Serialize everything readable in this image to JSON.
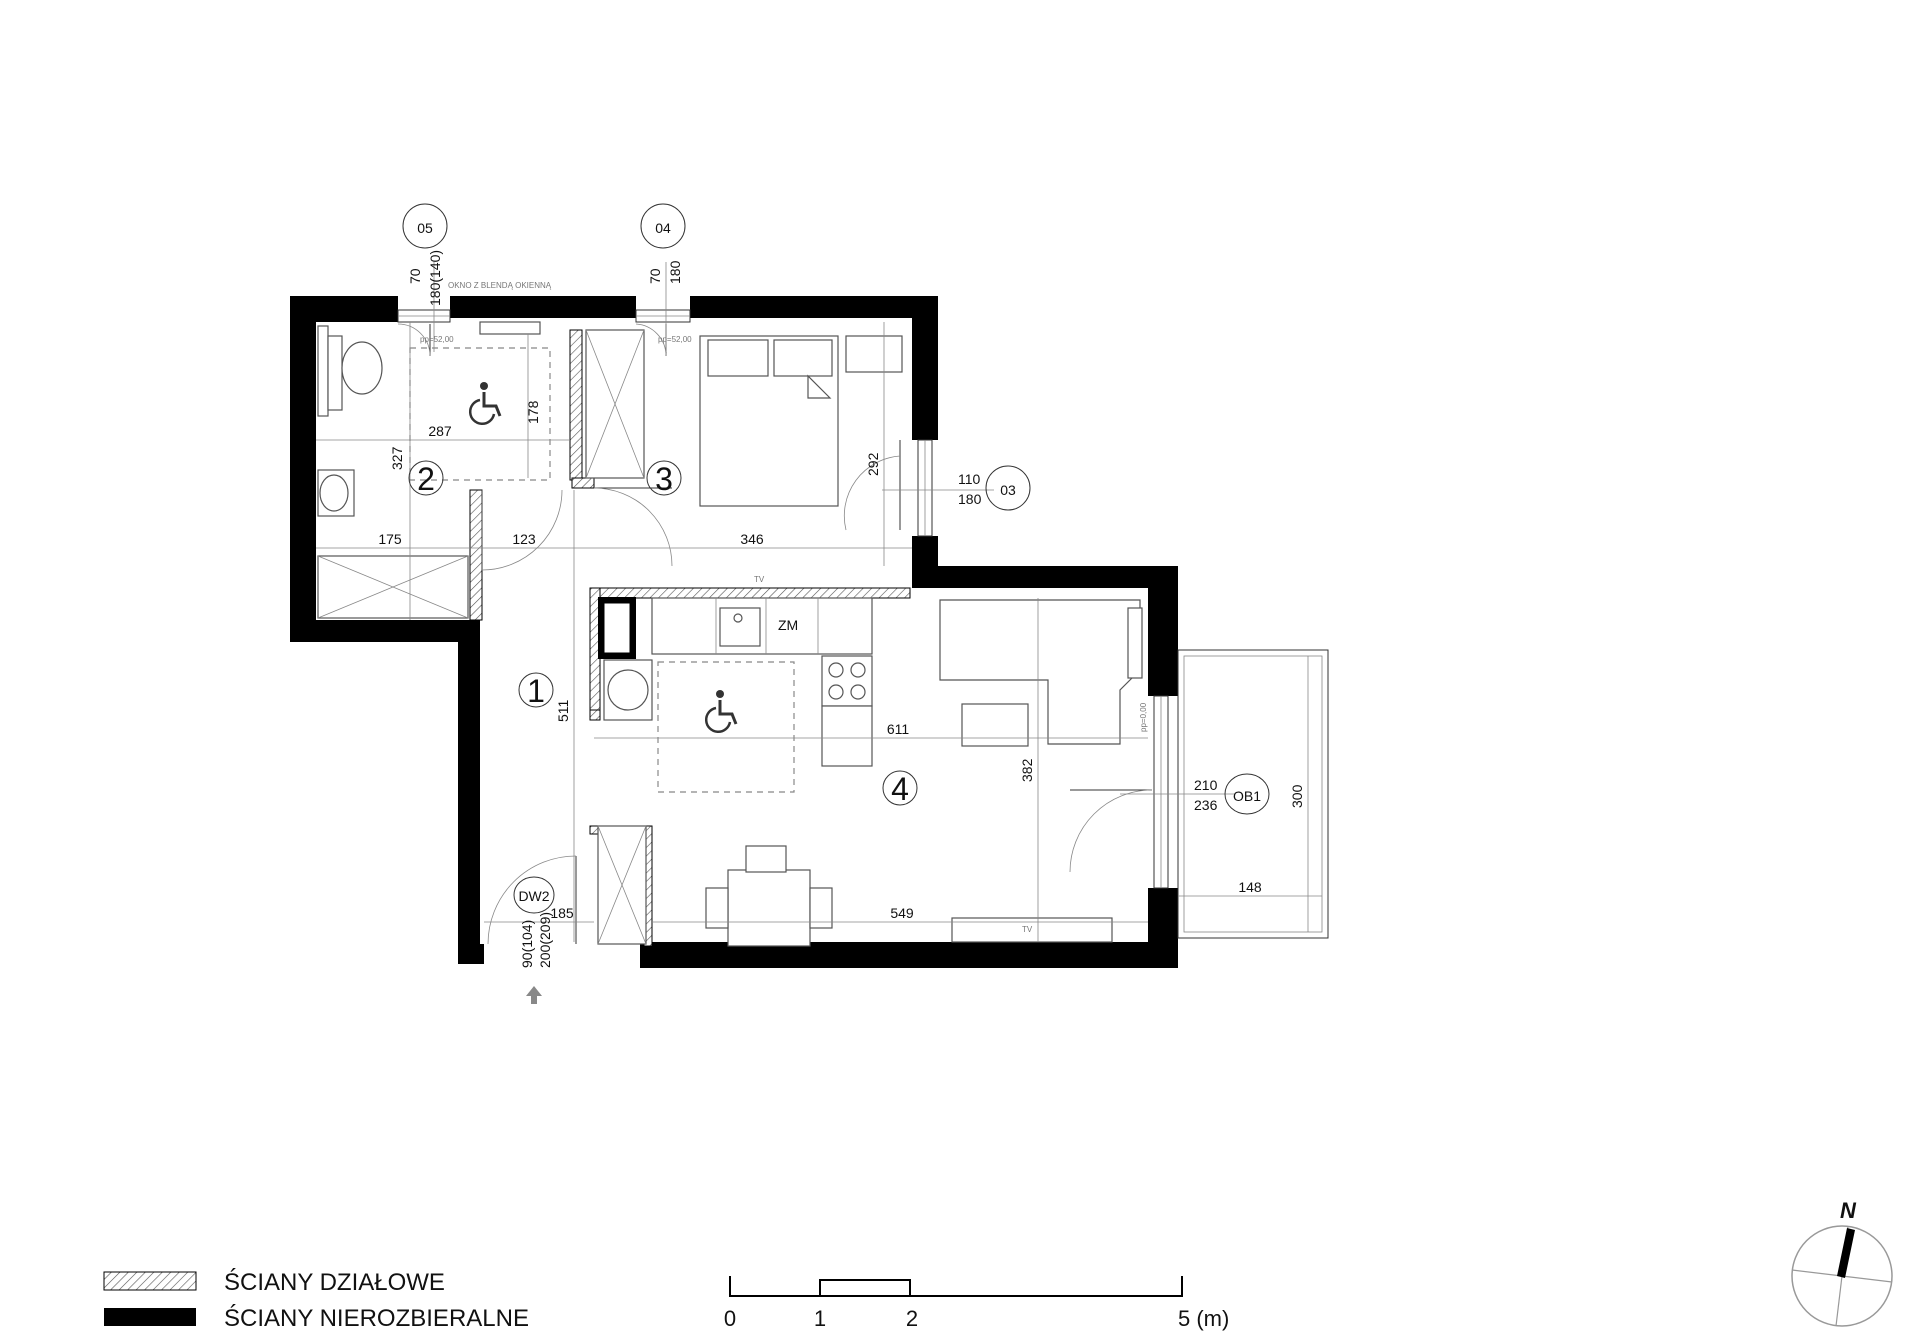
{
  "rooms": {
    "r1": "1",
    "r2": "2",
    "r3": "3",
    "r4": "4"
  },
  "tags": {
    "w05": "05",
    "w04": "04",
    "w03": "03",
    "ob1": "OB1",
    "dw2": "DW2"
  },
  "window_dims": {
    "w05_a": "70",
    "w05_b": "180(140)",
    "w05_note": "OKNO Z BLENDĄ OKIENNĄ",
    "w04_a": "70",
    "w04_b": "180",
    "w03_a": "110",
    "w03_b": "180",
    "ob1_a": "210",
    "ob1_b": "236",
    "dw2_a": "90(104)",
    "dw2_b": "200(209)"
  },
  "dims": {
    "d287": "287",
    "d178": "178",
    "d327": "327",
    "d175": "175",
    "d123": "123",
    "d346": "346",
    "d292": "292",
    "d511": "511",
    "d611": "611",
    "d382": "382",
    "d300": "300",
    "d148": "148",
    "d185": "185",
    "d549": "549"
  },
  "sill_notes": {
    "s05": "pp=52,00",
    "s04": "pp=52,00",
    "sob1": "pp=0,00"
  },
  "fixtures": {
    "zm": "ZM",
    "tv1": "TV",
    "tv2": "TV"
  },
  "legend": {
    "partition_walls": "ŚCIANY DZIAŁOWE",
    "structural_walls": "ŚCIANY NIEROZBIERALNE"
  },
  "scale": {
    "t0": "0",
    "t1": "1",
    "t2": "2",
    "t5": "5 (m)"
  },
  "north": "N"
}
